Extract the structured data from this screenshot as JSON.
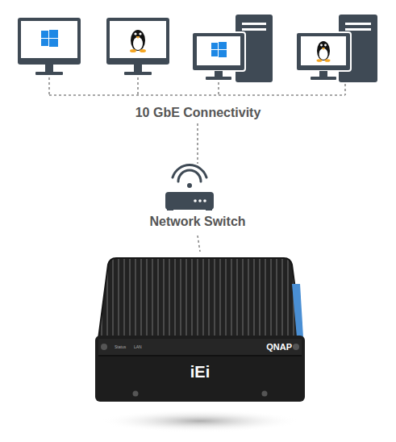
{
  "diagram": {
    "nodes": [
      {
        "text": [
          "Network Switch"
        ]
      },
      {
        "text": [
          "Status",
          "LAN",
          "QNAP",
          "iEi"
        ]
      }
    ],
    "edges": [
      {
        "from": 0,
        "to": 1,
        "arrow": "none"
      }
    ],
    "labels": [
      "10 GbE Connectivity"
    ]
  }
}
